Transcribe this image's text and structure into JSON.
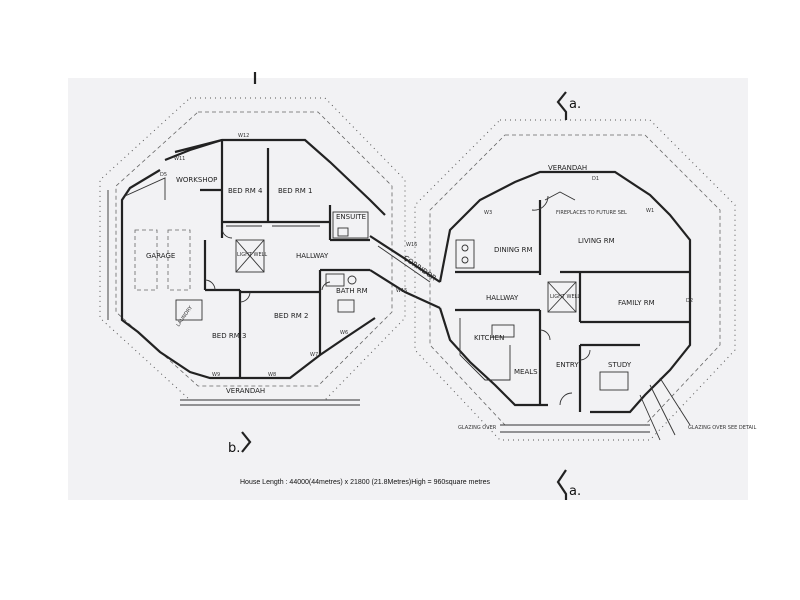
{
  "rooms_left": {
    "workshop": "WORKSHOP",
    "bed4": "BED RM 4",
    "bed1": "BED RM 1",
    "ensuite": "ENSUITE",
    "garage": "GARAGE",
    "hallway": "HALLWAY",
    "lightwell": "LIGHT WELL",
    "bath": "BATH RM",
    "bed2": "BED RM 2",
    "bed3": "BED RM 3",
    "laundry": "LAUNDRY",
    "veranda": "VERANDAH"
  },
  "rooms_right": {
    "veranda": "VERANDAH",
    "living": "LIVING RM",
    "dining": "DINING RM",
    "corridor": "CORRIDOR",
    "hallway": "HALLWAY",
    "lightwell": "LIGHT WELL",
    "family": "FAMILY RM",
    "kitchen": "KITCHEN",
    "meals": "MEALS",
    "entry": "ENTRY",
    "study": "STUDY",
    "fireplaces": "FIREPLACES TO FUTURE SEL",
    "glazing": "GLAZING OVER",
    "glazing2": "GLAZING OVER SEE DETAIL"
  },
  "window_tags": {
    "w12": "W12",
    "w11": "W11",
    "d5": "D5",
    "w9": "W9",
    "w8": "W8",
    "w7": "W7",
    "w6": "W6",
    "w16": "W16",
    "w15": "W15",
    "w1": "W1",
    "w3": "W3",
    "d1": "D1",
    "d2": "D2"
  },
  "section_marks": {
    "a_top": "a.",
    "b": "b.",
    "a_bottom": "a."
  },
  "caption": "House Length : 44000(44metres) x 21800 (21.8Metres)High = 960square metres"
}
